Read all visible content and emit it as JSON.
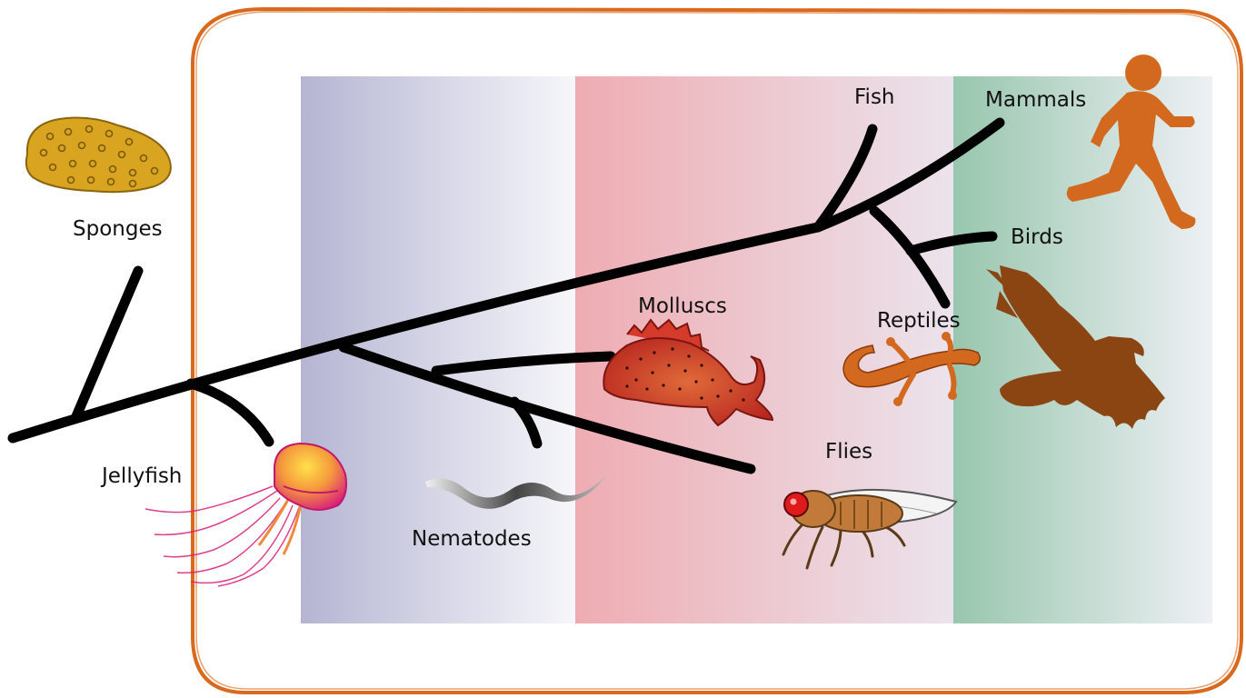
{
  "labels": {
    "sponges": "Sponges",
    "jellyfish": "Jellyfish",
    "nematodes": "Nematodes",
    "molluscs": "Molluscs",
    "flies": "Flies",
    "fish": "Fish",
    "mammals": "Mammals",
    "birds": "Birds",
    "reptiles": "Reptiles"
  },
  "colors": {
    "frame": "#d8691e",
    "band_blue": "#b9b9d6",
    "band_red": "#eeadb3",
    "band_green": "#9fc9b3",
    "branch": "#000000",
    "sponge": "#d9a520",
    "mollusc": "#c0322a",
    "fly": "#b8743a",
    "reptile": "#d2691e",
    "bird": "#8b4513",
    "human": "#d2691e",
    "jellyfish": "#e0307a",
    "worm": "#6a6a6a"
  },
  "icons": [
    "sponge-icon",
    "jellyfish-icon",
    "nematode-icon",
    "mollusc-icon",
    "fly-icon",
    "lizard-icon",
    "bird-icon",
    "running-human-icon"
  ]
}
